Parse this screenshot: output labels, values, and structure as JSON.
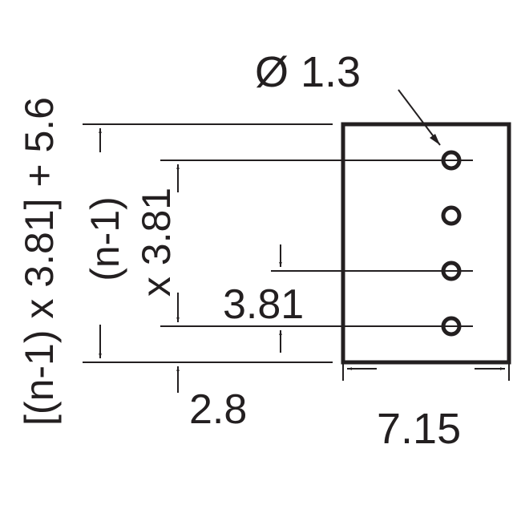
{
  "drawing": {
    "labels": {
      "hole_diameter": "Ø 1.3",
      "total_length": "[(n-1) x 3.81] + 5.6",
      "pitch_count": "(n-1)",
      "pitch_multiplier": "x 3.81",
      "pitch": "3.81",
      "edge_offset": "2.8",
      "width": "7.15"
    },
    "pins_shown": 4,
    "colors": {
      "ink": "#231f20",
      "background": "#ffffff"
    }
  }
}
